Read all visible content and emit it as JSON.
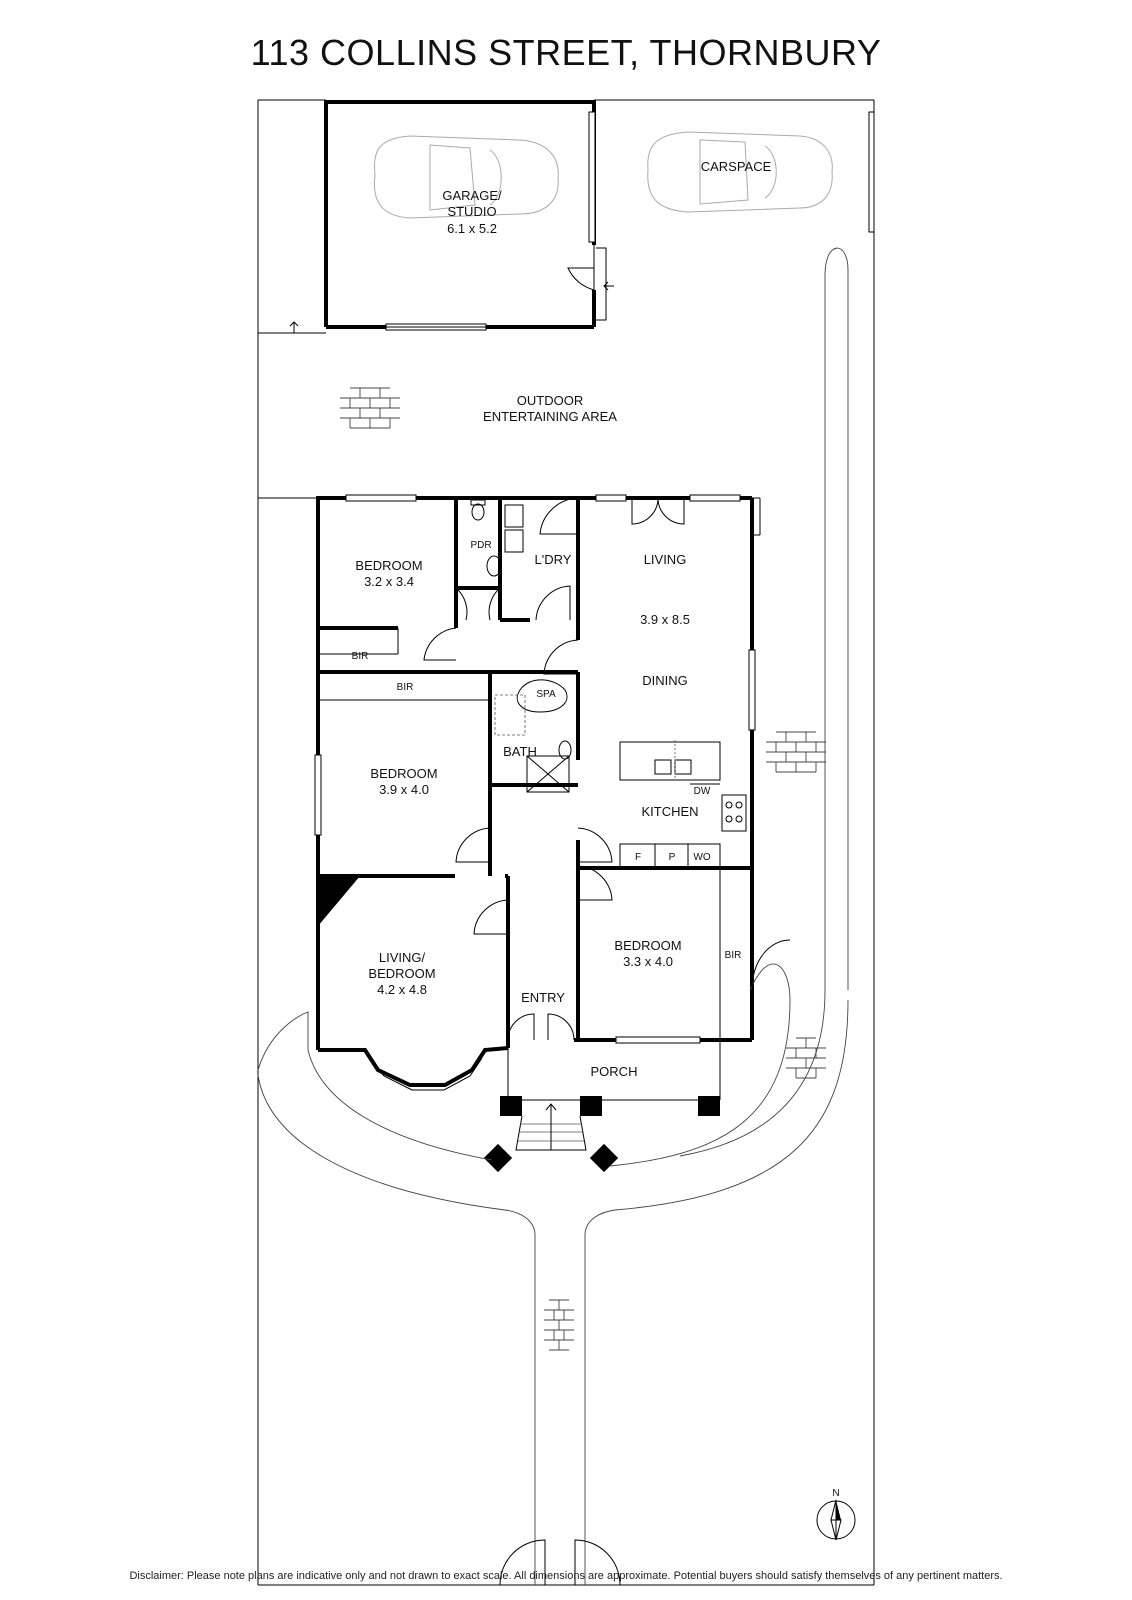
{
  "title": "113 COLLINS STREET, THORNBURY",
  "disclaimer": "Disclaimer: Please note plans are indicative only and not drawn to exact scale. All dimensions are approximate. Potential buyers should satisfy themselves of any pertinent matters.",
  "rooms": {
    "garage": {
      "name_1": "GARAGE/",
      "name_2": "STUDIO",
      "dims": "6.1 x 5.2"
    },
    "carspace": {
      "name": "CARSPACE"
    },
    "outdoor": {
      "name_1": "OUTDOOR",
      "name_2": "ENTERTAINING AREA"
    },
    "bedroom_rear": {
      "name": "BEDROOM",
      "dims": "3.2 x 3.4"
    },
    "pdr": {
      "name": "PDR"
    },
    "laundry": {
      "name": "L'DRY"
    },
    "living": {
      "name": "LIVING",
      "dims": "3.9 x 8.5"
    },
    "dining": {
      "name": "DINING"
    },
    "bir_1": {
      "name": "BIR"
    },
    "bir_2": {
      "name": "BIR"
    },
    "spa": {
      "name": "SPA"
    },
    "bath": {
      "name": "BATH"
    },
    "bedroom_mid": {
      "name": "BEDROOM",
      "dims": "3.9 x 4.0"
    },
    "kitchen": {
      "name": "KITCHEN",
      "dw": "DW",
      "f": "F",
      "p": "P",
      "wo": "WO"
    },
    "living_bedroom": {
      "name_1": "LIVING/",
      "name_2": "BEDROOM",
      "dims": "4.2 x 4.8"
    },
    "entry": {
      "name": "ENTRY"
    },
    "bedroom_front": {
      "name": "BEDROOM",
      "dims": "3.3 x 4.0"
    },
    "bir_3": {
      "name": "BIR"
    },
    "porch": {
      "name": "PORCH"
    }
  },
  "compass": {
    "label": "N"
  }
}
